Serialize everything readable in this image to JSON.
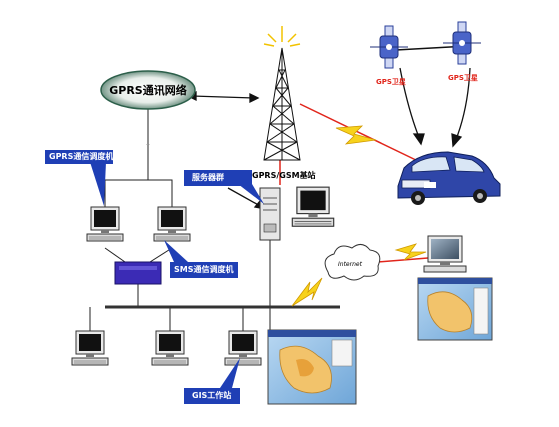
{
  "colors": {
    "callout": "#1f3fb5",
    "link": "#222222",
    "wireless_red": "#e1251b",
    "lightning_yellow": "#f7d21c",
    "satellite_blue": "#4a64c8",
    "car_blue": "#2f46a8",
    "gprs_oval_dark": "#2c5f4a"
  },
  "labels": {
    "gprs_network": "GPRS通讯网络",
    "tower": "GPRS/GSM基站",
    "satellite": "GPS卫星",
    "gprs_dispatcher": "GPRS通信调度机",
    "server": "服务器群",
    "sms_dispatcher": "SMS通信调度机",
    "gis_workstation": "GIS工作站",
    "internet": "Internet"
  },
  "icons": [
    "gprs-cloud-icon",
    "tower-icon",
    "satellite-icon",
    "car-icon",
    "workstation-icon",
    "server-icon",
    "switch-icon",
    "internet-cloud-icon",
    "lightning-icon",
    "map-window-icon"
  ]
}
